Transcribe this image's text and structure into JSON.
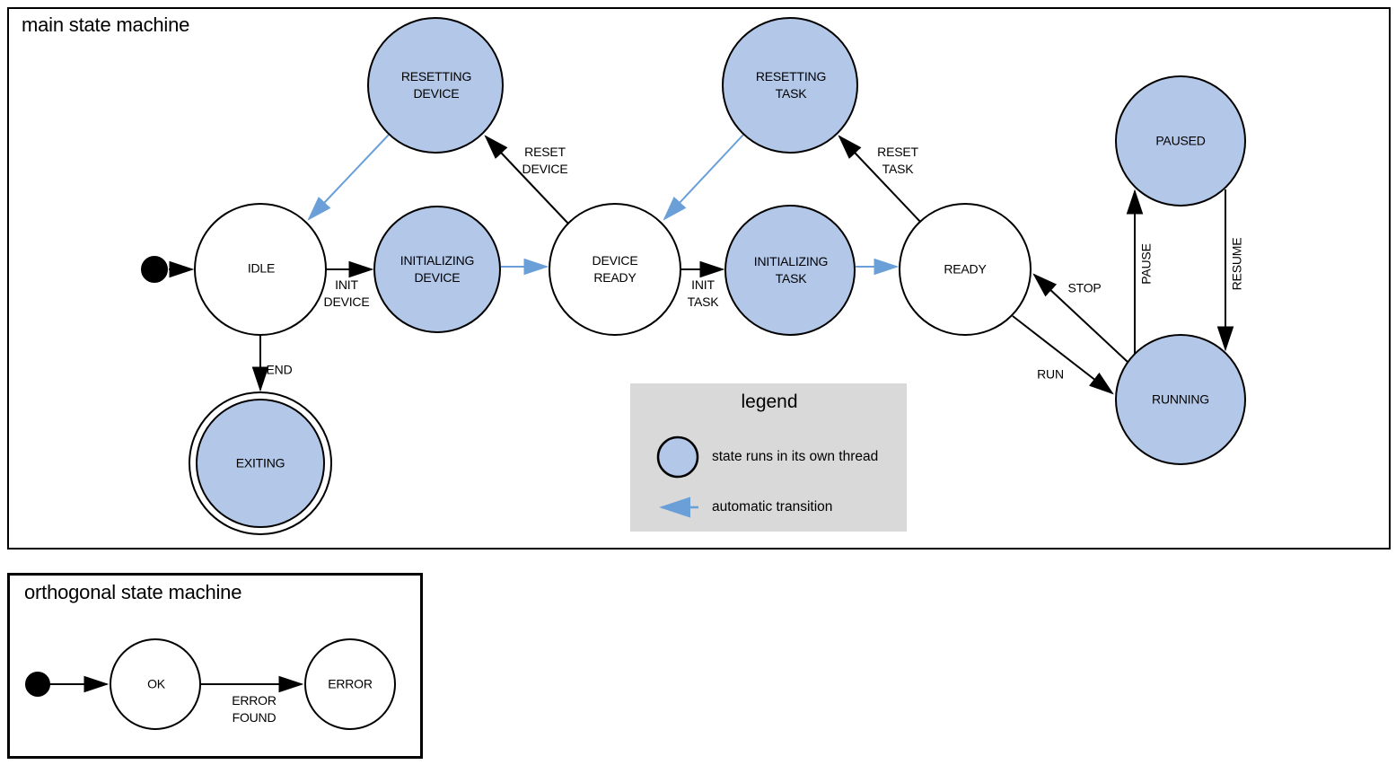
{
  "colors": {
    "state_fill": "#b3c7e8",
    "outline": "#000000",
    "auto_transition": "#6b9fd8",
    "legend_bg": "#d9d9d9",
    "canvas_bg": "#ffffff",
    "text": "#000000"
  },
  "main": {
    "title": "main state machine",
    "states": {
      "idle": "IDLE",
      "initializing_device": "INITIALIZING\nDEVICE",
      "resetting_device": "RESETTING\nDEVICE",
      "device_ready": "DEVICE\nREADY",
      "initializing_task": "INITIALIZING\nTASK",
      "resetting_task": "RESETTING\nTASK",
      "ready": "READY",
      "running": "RUNNING",
      "paused": "PAUSED",
      "exiting": "EXITING"
    },
    "transitions": {
      "init_device": "INIT\nDEVICE",
      "reset_device": "RESET\nDEVICE",
      "init_task": "INIT\nTASK",
      "reset_task": "RESET\nTASK",
      "end": "END",
      "run": "RUN",
      "stop": "STOP",
      "pause": "PAUSE",
      "resume": "RESUME"
    }
  },
  "legend": {
    "title": "legend",
    "items": {
      "thread": "state runs in its own thread",
      "auto": "automatic transition"
    }
  },
  "orthogonal": {
    "title": "orthogonal state machine",
    "states": {
      "ok": "OK",
      "error": "ERROR"
    },
    "transitions": {
      "error_found": "ERROR\nFOUND"
    }
  }
}
